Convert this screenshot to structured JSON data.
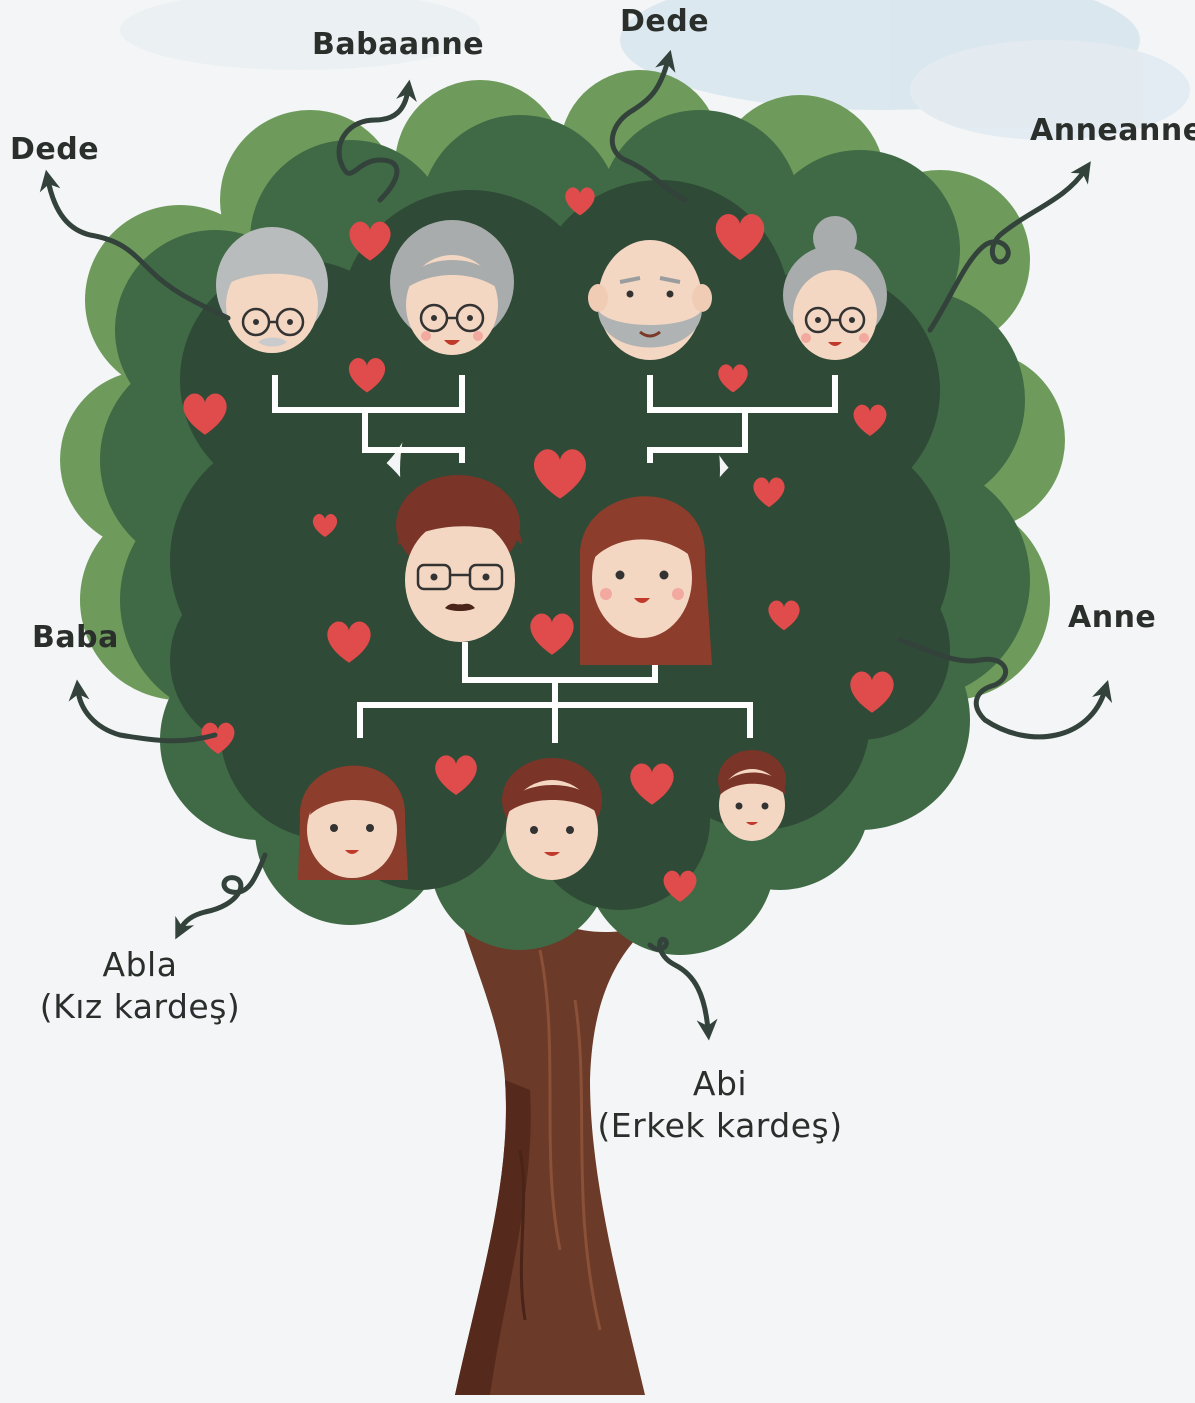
{
  "labels": {
    "grandfather_paternal": "Dede",
    "grandmother_paternal": "Babaanne",
    "grandfather_maternal": "Dede",
    "grandmother_maternal": "Anneanne",
    "father": "Baba",
    "mother": "Anne",
    "sister_line1": "Abla",
    "sister_line2": "(Kız kardeş)",
    "brother_line1": "Abi",
    "brother_line2": "(Erkek kardeş)"
  },
  "colors": {
    "foliage_dark": "#2f4a36",
    "foliage_mid": "#3f6a45",
    "foliage_light": "#6e9b5b",
    "trunk": "#6b3a28",
    "heart": "#e04b4b",
    "connector": "#ffffff",
    "arrow": "#33423b"
  }
}
